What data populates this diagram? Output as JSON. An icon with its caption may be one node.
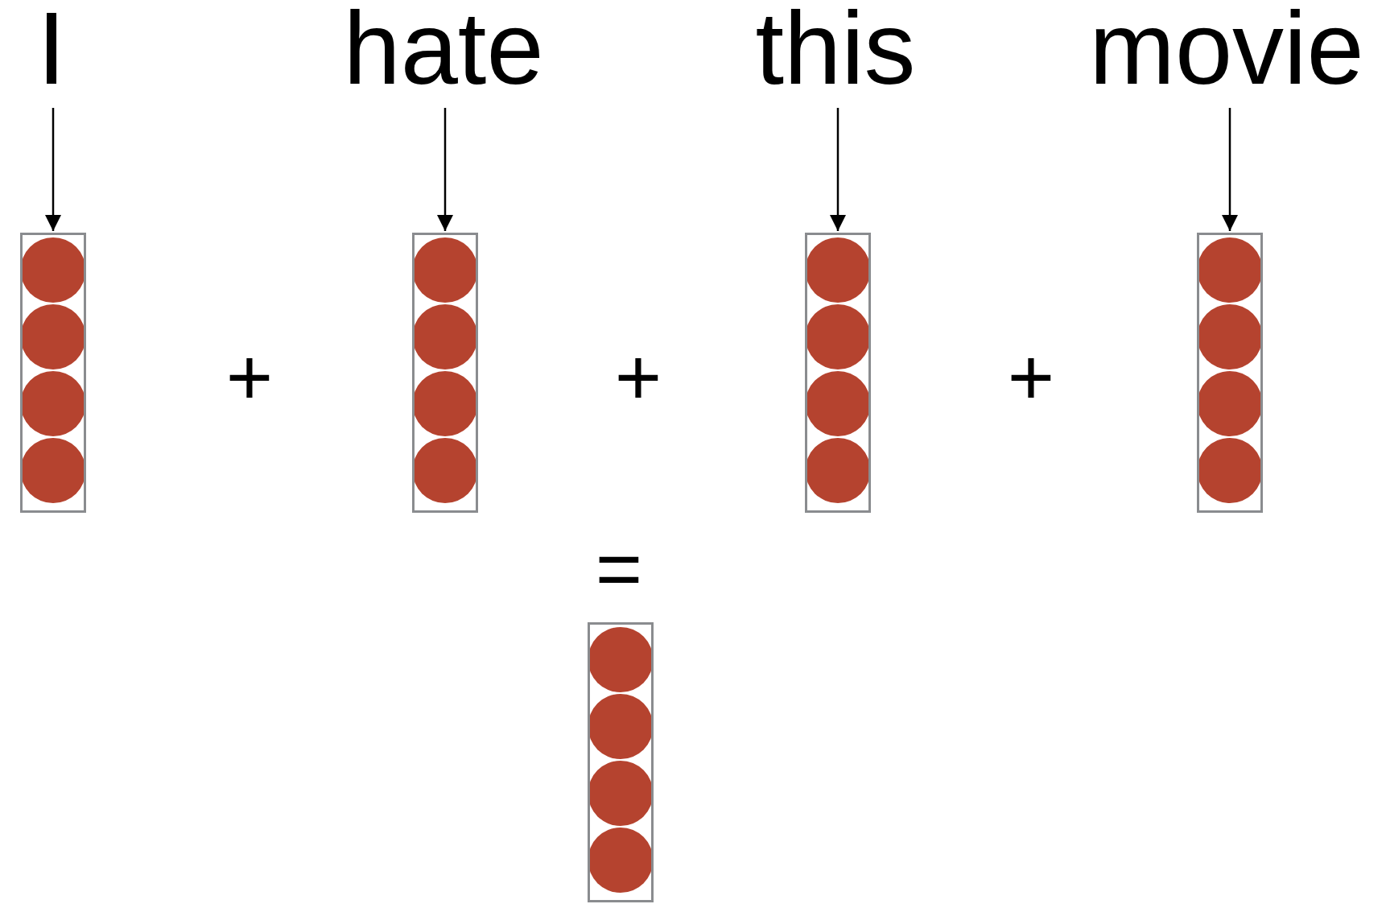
{
  "diagram": {
    "nodes": [
      {
        "text": [
          "I"
        ]
      },
      {
        "text": [
          "hate"
        ]
      },
      {
        "text": [
          "this"
        ]
      },
      {
        "text": [
          "movie"
        ]
      },
      {
        "text": [],
        "shape": "box"
      },
      {
        "text": [],
        "shape": "box"
      },
      {
        "text": [],
        "shape": "box"
      },
      {
        "text": [],
        "shape": "box"
      },
      {
        "text": [],
        "shape": "box"
      }
    ],
    "edges": [
      {
        "from": 0,
        "to": 4,
        "arrow": "to"
      },
      {
        "from": 1,
        "to": 5,
        "arrow": "to"
      },
      {
        "from": 2,
        "to": 6,
        "arrow": "to"
      },
      {
        "from": 3,
        "to": 7,
        "arrow": "to"
      }
    ],
    "labels": [
      "+",
      "+",
      "+",
      "="
    ]
  }
}
